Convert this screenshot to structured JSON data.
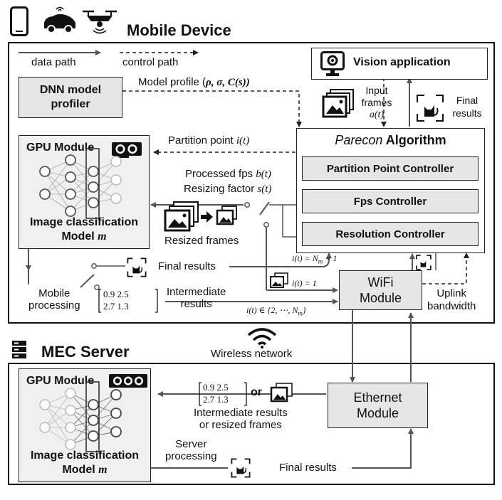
{
  "mobile": {
    "title": "Mobile Device",
    "legend_data_path": "data path",
    "legend_control_path": "control path",
    "model_profile": "Model profile (",
    "model_profile_math": "ρ, σ, C(s))",
    "dnn_profiler": "DNN model profiler",
    "vision_app": "Vision application",
    "input_frames_label": "Input frames",
    "input_frames_math": "a(t)",
    "final_results_top": "Final results",
    "algorithm_title_italic": "Parecon",
    "algorithm_title_rest": " Algorithm",
    "partition_point_label": "Partition point ",
    "partition_point_math": "i(t)",
    "processed_fps_label": "Processed fps ",
    "processed_fps_math": "b(t)",
    "resizing_factor_label": "Resizing factor ",
    "resizing_factor_math": "s(t)",
    "resized_frames": "Resized frames",
    "controllers": [
      "Partition Point Controller",
      "Fps Controller",
      "Resolution Controller"
    ],
    "gpu_title": "GPU Module",
    "model_caption_line1": "Image classification",
    "model_caption_line2": "Model ",
    "model_math": "m",
    "final_results_mid": "Final results",
    "eq_last": "i(t) = N",
    "eq_last_sub": "m",
    "eq_last_tail": " + 1",
    "eq_one": "i(t) = 1",
    "wifi_line1": "WiFi",
    "wifi_line2": "Module",
    "mobile_processing_1": "Mobile",
    "mobile_processing_2": "processing",
    "matrix_row1": "0.9 2.5",
    "matrix_row2": "2.7 1.3",
    "intermediate_1": "Intermediate",
    "intermediate_2": "results",
    "eq_range": "i(t) ∈ {2, ⋯, N",
    "eq_range_sub": "m",
    "eq_range_tail": "}",
    "uplink_1": "Uplink",
    "uplink_2": "bandwidth"
  },
  "network": {
    "label": "Wireless network"
  },
  "server": {
    "title": "MEC Server",
    "gpu_title": "GPU Module",
    "model_caption_line1": "Image classification",
    "model_caption_line2": "Model ",
    "model_math": "m",
    "matrix_row1": "0.9 2.5",
    "matrix_row2": "2.7 1.3",
    "or": "or",
    "intermediate_line1": "Intermediate results",
    "intermediate_line2": "or resized frames",
    "ethernet_1": "Ethernet",
    "ethernet_2": "Module",
    "server_processing_1": "Server",
    "server_processing_2": "processing",
    "final_results": "Final results"
  },
  "colors": {
    "block_fill": "#e6e6e6",
    "gpu_fill": "#f0f0f0",
    "line": "#555555",
    "stroke": "#222222"
  },
  "icons": [
    "smartphone-icon",
    "car-icon",
    "drone-icon",
    "monitor-camera-icon",
    "gpu-card-icon",
    "server-rack-icon",
    "wifi-icon",
    "image-frame-icon",
    "cat-result-icon"
  ]
}
